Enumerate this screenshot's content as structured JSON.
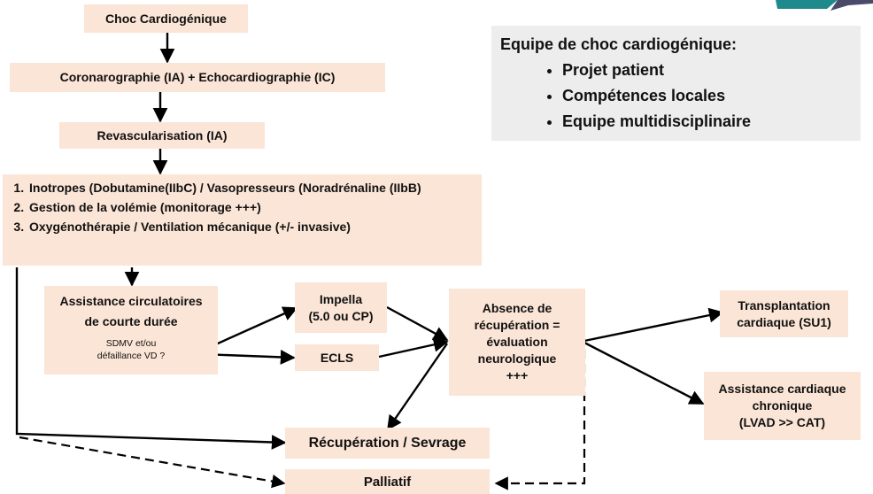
{
  "nodes": {
    "choc": "Choc Cardiogénique",
    "coronaro": "Coronarographie  (IA) + Echocardiographie (IC)",
    "revasc": "Revascularisation (IA)",
    "treatments": [
      "Inotropes  (Dobutamine(IIbC) / Vasopresseurs (Noradrénaline (IIbB)",
      "Gestion de la volémie (monitorage +++)",
      "Oxygénothérapie / Ventilation mécanique (+/- invasive)"
    ],
    "assistance_l1": "Assistance circulatoires",
    "assistance_l2": "de courte durée",
    "assistance_note_l1": "SDMV et/ou",
    "assistance_note_l2": "défaillance  VD ?",
    "impella_l1": "Impella",
    "impella_l2": "(5.0 ou CP)",
    "ecls": "ECLS",
    "absence": [
      "Absence de",
      "récupération =",
      "évaluation",
      "neurologique",
      "+++"
    ],
    "transplant_l1": "Transplantation",
    "transplant_l2": "cardiaque (SU1)",
    "chronic_l1": "Assistance cardiaque",
    "chronic_l2": "chronique",
    "chronic_l3": "(LVAD >> CAT)",
    "recuperation": "Récupération / Sevrage",
    "palliatif": "Palliatif"
  },
  "team": {
    "title": "Equipe de choc cardiogénique:",
    "items": [
      "Projet patient",
      "Compétences locales",
      "Equipe multidisciplinaire"
    ]
  },
  "colors": {
    "box_fill": "#fbe5d6",
    "team_fill": "#ededed",
    "arrow": "#000000",
    "corner_teal": "#1f8a8c"
  }
}
